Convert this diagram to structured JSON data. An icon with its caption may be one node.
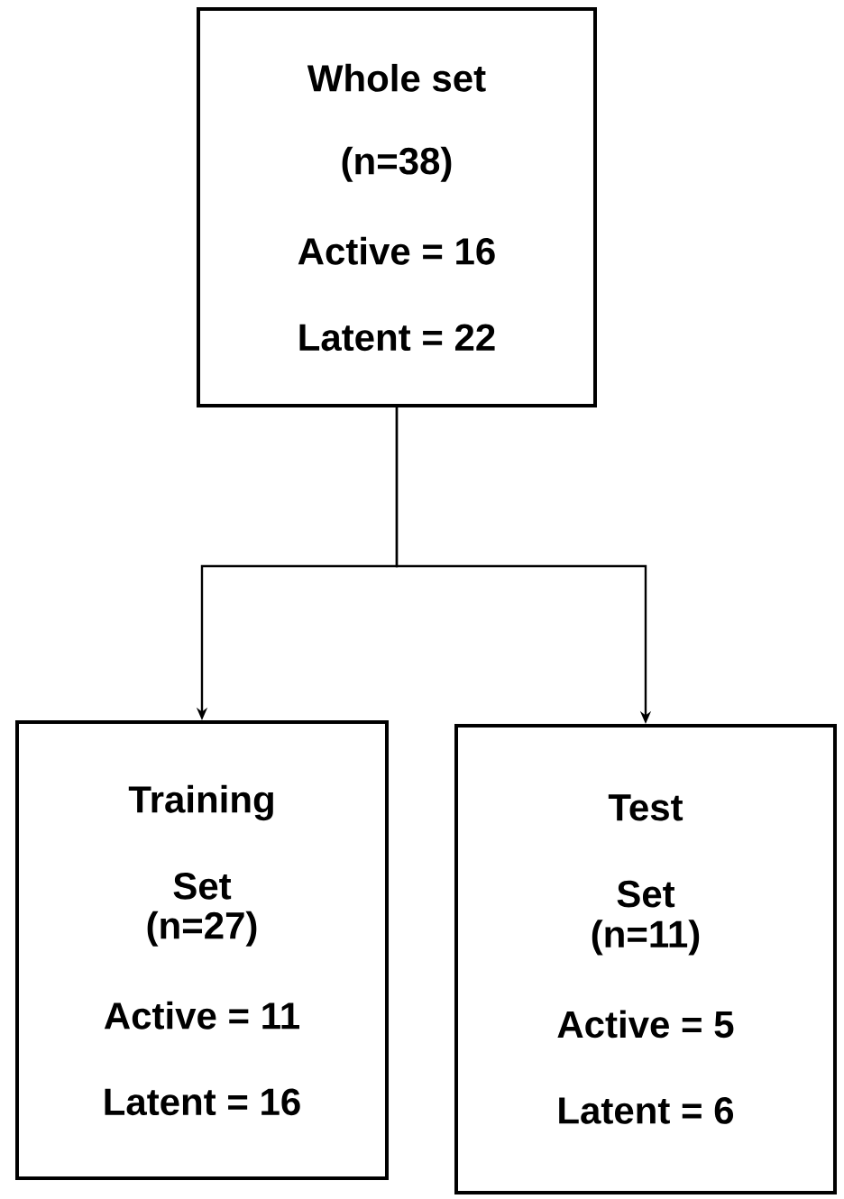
{
  "diagram": {
    "nodes": [
      {
        "text": [
          "Whole set",
          "(n=38)",
          "Active = 16",
          "Latent = 22"
        ]
      },
      {
        "text": [
          "Training Set",
          "(n=27)",
          "Active = 11",
          "Latent = 16"
        ]
      },
      {
        "text": [
          "Test Set",
          "(n=11)",
          "Active = 5",
          "Latent = 6"
        ]
      }
    ],
    "edges": [
      {
        "from": 0,
        "to": 1,
        "arrow": "to"
      },
      {
        "from": 0,
        "to": 2,
        "arrow": "to"
      }
    ]
  }
}
